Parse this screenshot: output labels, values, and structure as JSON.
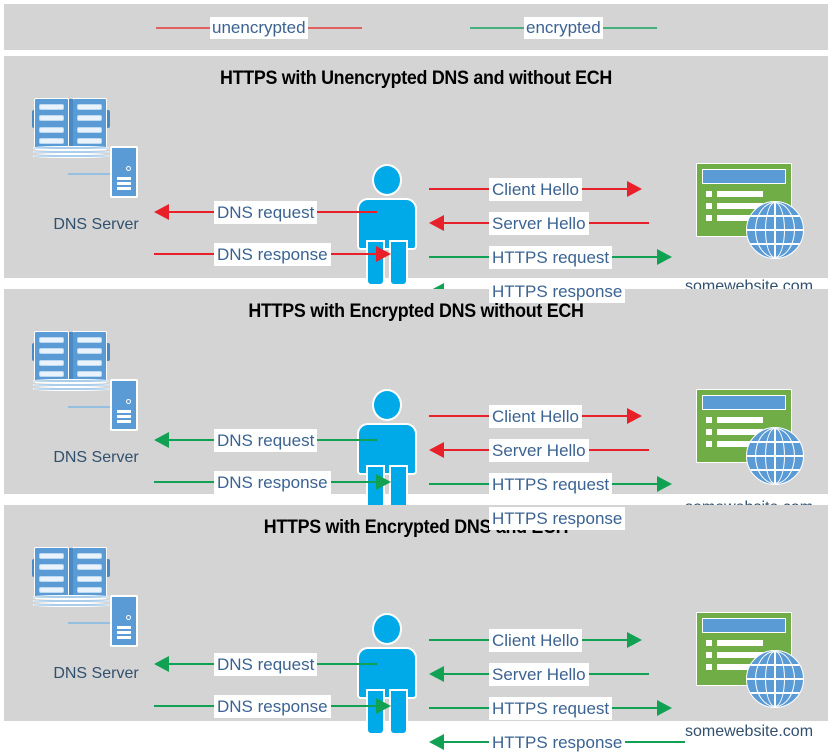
{
  "legend": {
    "items": [
      {
        "label": "unencrypted",
        "color": "#e06060",
        "icon": "line-segment-icon"
      },
      {
        "label": "encrypted",
        "color": "#45b07e",
        "icon": "line-segment-icon"
      }
    ]
  },
  "nodes": {
    "dns_server_label": "DNS Server",
    "website_label": "somewebsite.com",
    "person_icon": "user-person-icon",
    "dns_icon": "open-book-server-icon",
    "website_icon": "green-browser-window-globe-icon"
  },
  "colors": {
    "panel_background": "#d4d4d4",
    "page_background": "#ffffff",
    "unencrypted": "#e8202a",
    "encrypted": "#10a152",
    "label_text": "#3b6392",
    "node_text": "#31506e",
    "person": "#00a9e8",
    "server_blue": "#5b9bd5",
    "website_green": "#70ad47"
  },
  "panels": [
    {
      "title": "HTTPS with Unencrypted DNS and without ECH",
      "flows": [
        {
          "label": "DNS request",
          "direction": "left",
          "encrypted": false
        },
        {
          "label": "DNS response",
          "direction": "right",
          "encrypted": false
        },
        {
          "label": "Client Hello",
          "direction": "right",
          "encrypted": false
        },
        {
          "label": "Server Hello",
          "direction": "left",
          "encrypted": false
        },
        {
          "label": "HTTPS request",
          "direction": "right",
          "encrypted": true
        },
        {
          "label": "HTTPS response",
          "direction": "left",
          "encrypted": true
        }
      ]
    },
    {
      "title": "HTTPS with Encrypted DNS without ECH",
      "flows": [
        {
          "label": "DNS request",
          "direction": "left",
          "encrypted": true
        },
        {
          "label": "DNS response",
          "direction": "right",
          "encrypted": true
        },
        {
          "label": "Client Hello",
          "direction": "right",
          "encrypted": false
        },
        {
          "label": "Server Hello",
          "direction": "left",
          "encrypted": false
        },
        {
          "label": "HTTPS request",
          "direction": "right",
          "encrypted": true
        },
        {
          "label": "HTTPS response",
          "direction": "left",
          "encrypted": true
        }
      ]
    },
    {
      "title": "HTTPS with Encrypted DNS and ECH",
      "flows": [
        {
          "label": "DNS request",
          "direction": "left",
          "encrypted": true
        },
        {
          "label": "DNS response",
          "direction": "right",
          "encrypted": true
        },
        {
          "label": "Client Hello",
          "direction": "right",
          "encrypted": true
        },
        {
          "label": "Server Hello",
          "direction": "left",
          "encrypted": true
        },
        {
          "label": "HTTPS request",
          "direction": "right",
          "encrypted": true
        },
        {
          "label": "HTTPS response",
          "direction": "left",
          "encrypted": true
        }
      ]
    }
  ]
}
